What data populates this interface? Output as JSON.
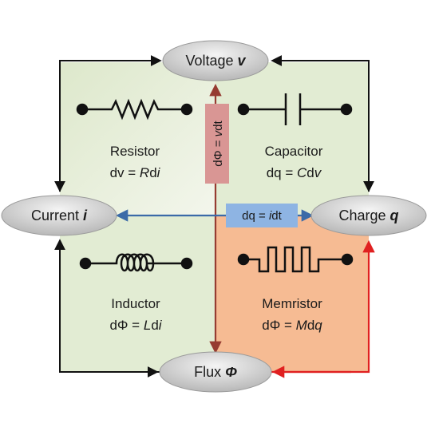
{
  "nodes": {
    "voltage": {
      "label": "Voltage",
      "symbol": "v"
    },
    "current": {
      "label": "Current",
      "symbol": "i"
    },
    "charge": {
      "label": "Charge",
      "symbol": "q"
    },
    "flux": {
      "label": "Flux",
      "symbol": "Φ"
    }
  },
  "elements": {
    "resistor": {
      "name": "Resistor",
      "eq_pre": "dv = ",
      "eq_it1": "R",
      "eq_mid": "d",
      "eq_it2": "i"
    },
    "capacitor": {
      "name": "Capacitor",
      "eq_pre": "dq = ",
      "eq_it1": "C",
      "eq_mid": "d",
      "eq_it2": "v"
    },
    "inductor": {
      "name": "Inductor",
      "eq_pre": "dΦ = ",
      "eq_it1": "L",
      "eq_mid": "d",
      "eq_it2": "i"
    },
    "memristor": {
      "name": "Memristor",
      "eq_pre": "dΦ = ",
      "eq_it1": "M",
      "eq_mid": "d",
      "eq_it2": "q"
    }
  },
  "relations": {
    "flux_voltage": {
      "pre": "dΦ = ",
      "it": "v",
      "post": "dt"
    },
    "charge_current": {
      "pre": "dq = ",
      "it": "i",
      "post": "dt"
    }
  },
  "colors": {
    "green_quadrant": "#e2ecd3",
    "green_quadrant_light": "#eef3e4",
    "memristor_quadrant": "#f6bb93",
    "flux_voltage_label_bg": "#d99694",
    "charge_current_label_bg": "#8eb4e3",
    "brown_arrow": "#963c32",
    "blue_arrow": "#3b6aa8",
    "red_arrow": "#e02020",
    "node_fill": "#d0d0d0"
  }
}
